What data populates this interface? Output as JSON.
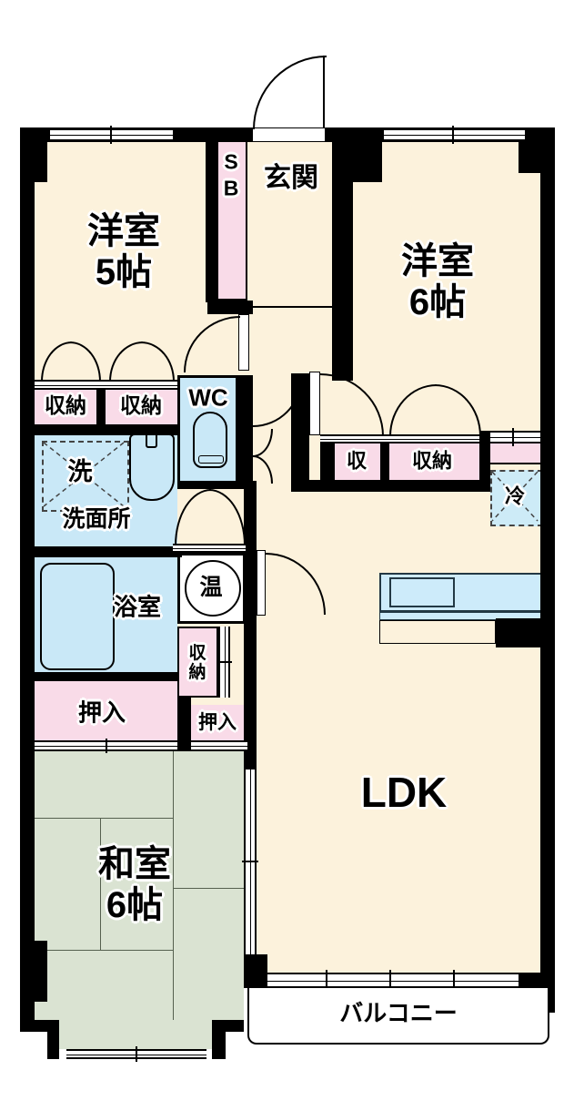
{
  "floorplan": {
    "rooms": {
      "yoshitsu5": {
        "label": "洋室\n5帖"
      },
      "yoshitsu6": {
        "label": "洋室\n6帖"
      },
      "genkan": {
        "label": "玄関"
      },
      "sb": {
        "label": "S\nB"
      },
      "wc": {
        "label": "WC"
      },
      "sen": {
        "label": "洗"
      },
      "senmenjo": {
        "label": "洗面所"
      },
      "yokushitsu": {
        "label": "浴室"
      },
      "on": {
        "label": "温"
      },
      "shuno_hall": {
        "label": "収\n納"
      },
      "shuno_left1": {
        "label": "収納"
      },
      "shuno_left2": {
        "label": "収納"
      },
      "shu_ldk": {
        "label": "収"
      },
      "shuno_ldk": {
        "label": "収納"
      },
      "rei": {
        "label": "冷"
      },
      "oshiire_main": {
        "label": "押入"
      },
      "oshiire_small": {
        "label": "押入"
      },
      "washitsu": {
        "label": "和室\n6帖"
      },
      "ldk": {
        "label": "LDK"
      },
      "balcony": {
        "label": "バルコニー"
      }
    },
    "colors": {
      "wall": "#000000",
      "floor_cream": "#FCF2DC",
      "closet_pink": "#F9DBE8",
      "wet_area_blue": "#C9E8F7",
      "tatami_green": "#DAE3D2",
      "kitchen_blue": "#CDEBFA",
      "background": "#FFFFFF"
    }
  }
}
